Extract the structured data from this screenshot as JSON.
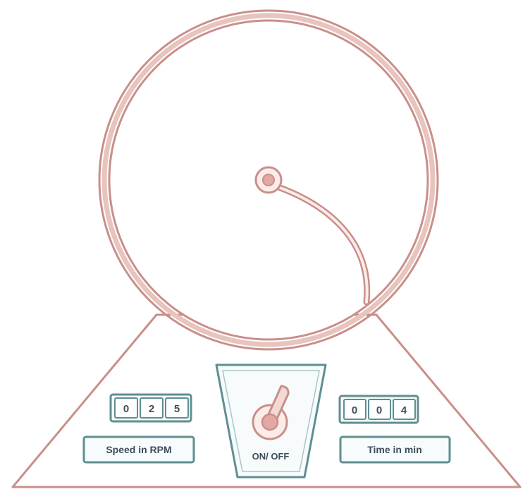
{
  "speed_display": {
    "digits": [
      "0",
      "2",
      "5"
    ],
    "label": "Speed in RPM"
  },
  "switch_panel": {
    "label": "ON/ OFF"
  },
  "time_display": {
    "digits": [
      "0",
      "0",
      "4"
    ],
    "label": "Time in min"
  },
  "colors": {
    "outline": "#c98f8a",
    "outline_inner": "#e8c4bf",
    "display_border": "#5f8f92",
    "display_fill": "#f7fbfb",
    "text": "#3d4f5c"
  }
}
